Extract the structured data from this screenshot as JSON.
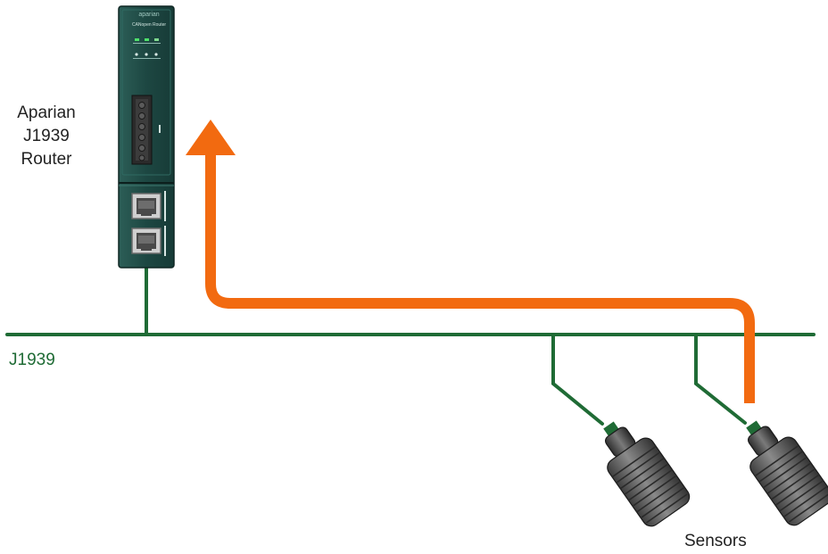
{
  "router": {
    "label_lines": [
      "Aparian",
      "J1939",
      "Router"
    ],
    "brand_text": "aparian",
    "model_text": "CANopen Router"
  },
  "bus": {
    "label": "J1939"
  },
  "sensors": {
    "label": "Sensors",
    "count": 2
  },
  "colors": {
    "bus_line": "#1f6b35",
    "flow_arrow": "#f26a10",
    "device_body": "#1e4a44",
    "sensor_body": "#5a5a5a",
    "label_text": "#222222"
  }
}
